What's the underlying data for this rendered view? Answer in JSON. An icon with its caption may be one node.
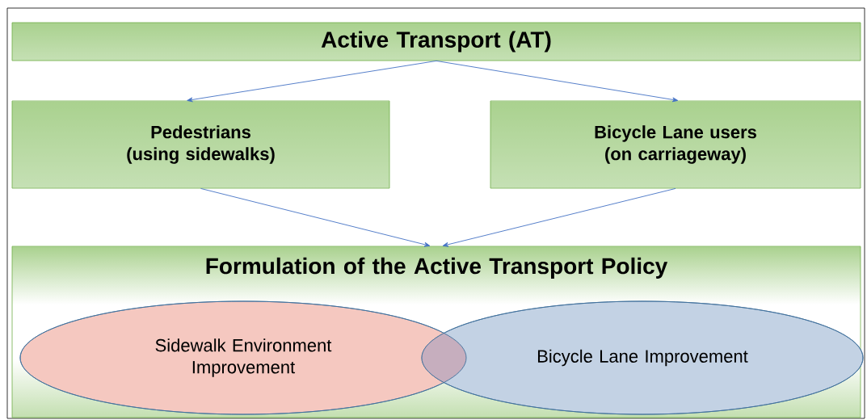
{
  "diagram": {
    "nodes": [
      {
        "text": [
          "Active Transport (AT)"
        ]
      },
      {
        "text": [
          "Pedestrians (using sidewalks)"
        ]
      },
      {
        "text": [
          "Bicycle Lane users (on carriageway)"
        ]
      },
      {
        "text": [
          "Formulation of the Active Transport Policy"
        ]
      },
      {
        "text": [
          "Sidewalk Environment Improvement"
        ],
        "in": 3
      },
      {
        "text": [
          "Bicycle Lane Improvement"
        ],
        "in": 3
      }
    ],
    "edges": [
      {
        "from": 0,
        "to": 1,
        "arrow": "to"
      },
      {
        "from": 0,
        "to": 2,
        "arrow": "to"
      },
      {
        "from": 1,
        "to": 3,
        "arrow": "to"
      },
      {
        "from": 2,
        "to": 3,
        "arrow": "to"
      }
    ]
  }
}
